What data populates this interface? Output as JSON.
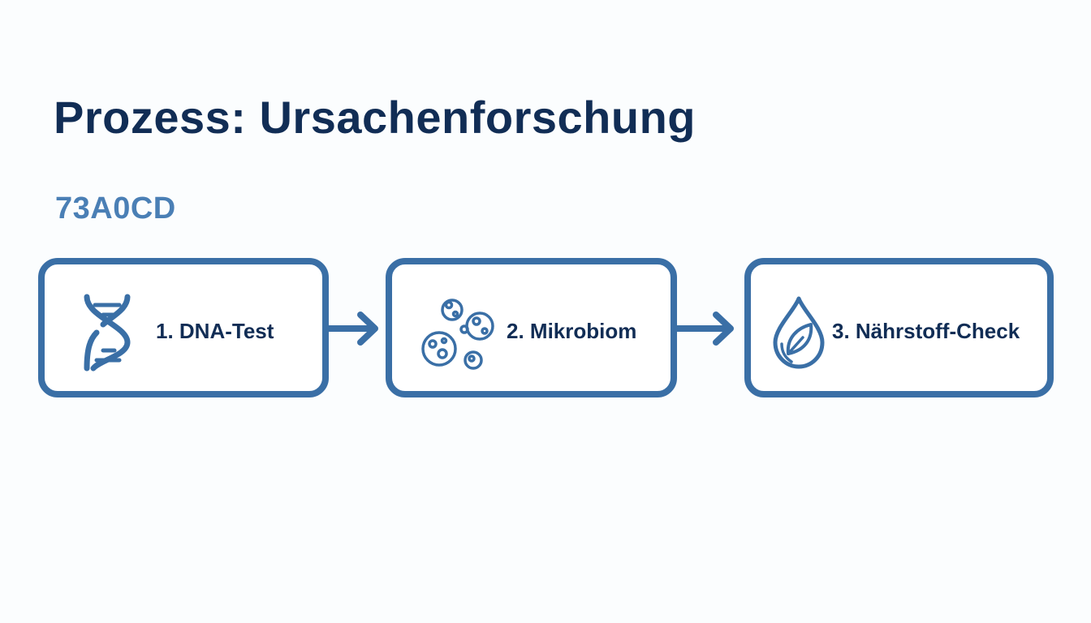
{
  "title": "Prozess: Ursachenforschung",
  "subtitle": "73A0CD",
  "colors": {
    "title": "#112d55",
    "subtitle": "#4a7fb5",
    "accent": "#3a6fa6"
  },
  "steps": [
    {
      "label": "1. DNA-Test",
      "icon": "dna-icon"
    },
    {
      "label": "2. Mikrobiom",
      "icon": "microbiome-cells-icon"
    },
    {
      "label": "3. Nährstoff-Check",
      "icon": "nutrient-drop-leaf-icon"
    }
  ]
}
